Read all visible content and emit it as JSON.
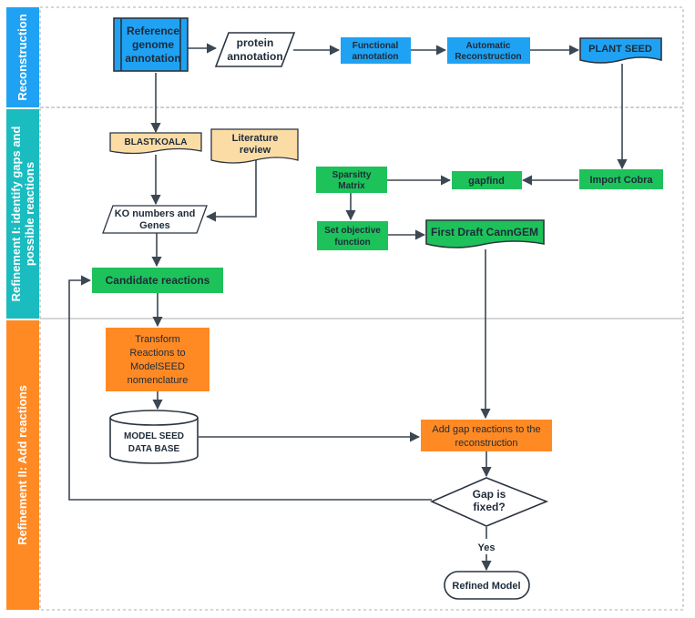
{
  "colors": {
    "blue": "#1fa2f3",
    "teal": "#1bbcbf",
    "orange": "#ff8a24",
    "green": "#1ec25a",
    "peach": "#fcdca5",
    "stroke": "#2b3440",
    "line": "#3b4752",
    "border": "#bdbdbd"
  },
  "sections": {
    "reconstruction": "Reconstruction",
    "refinement1_line1": "Refinement I: identify gaps and",
    "refinement1_line2": "possible  reactions",
    "refinement2": "Refinement II: Add reactions"
  },
  "nodes": {
    "reference_genome": {
      "line1": "Reference",
      "line2": "genome",
      "line3": "annotation"
    },
    "protein_annotation": {
      "line1": "protein",
      "line2": "annotation"
    },
    "functional_annotation": {
      "line1": "Functional",
      "line2": "annotation"
    },
    "automatic_reconstruction": {
      "line1": "Automatic",
      "line2": "Reconstruction"
    },
    "plant_seed": "PLANT SEED",
    "blastkoala": "BLASTKOALA",
    "literature_review": {
      "line1": "Literature",
      "line2": "review"
    },
    "ko_numbers": {
      "line1": "KO numbers and",
      "line2": "Genes"
    },
    "sparsity_matrix": {
      "line1": "Sparsitty",
      "line2": "Matrix"
    },
    "gapfind": "gapfind",
    "import_cobra": "Import Cobra",
    "set_objective": {
      "line1": "Set objective",
      "line2": "function"
    },
    "first_draft": "First Draft CannGEM",
    "candidate_reactions": "Candidate reactions",
    "transform_reactions": {
      "line1": "Transform",
      "line2": "Reactions to",
      "line3": "ModelSEED",
      "line4": "nomenclature"
    },
    "model_seed_db": {
      "line1": "MODEL SEED",
      "line2": "DATA BASE"
    },
    "add_gap_reactions": {
      "line1": "Add gap reactions to the",
      "line2": "reconstruction"
    },
    "gap_fixed": {
      "line1": "Gap is",
      "line2": "fixed?"
    },
    "yes_label": "Yes",
    "refined_model": "Refined Model"
  }
}
